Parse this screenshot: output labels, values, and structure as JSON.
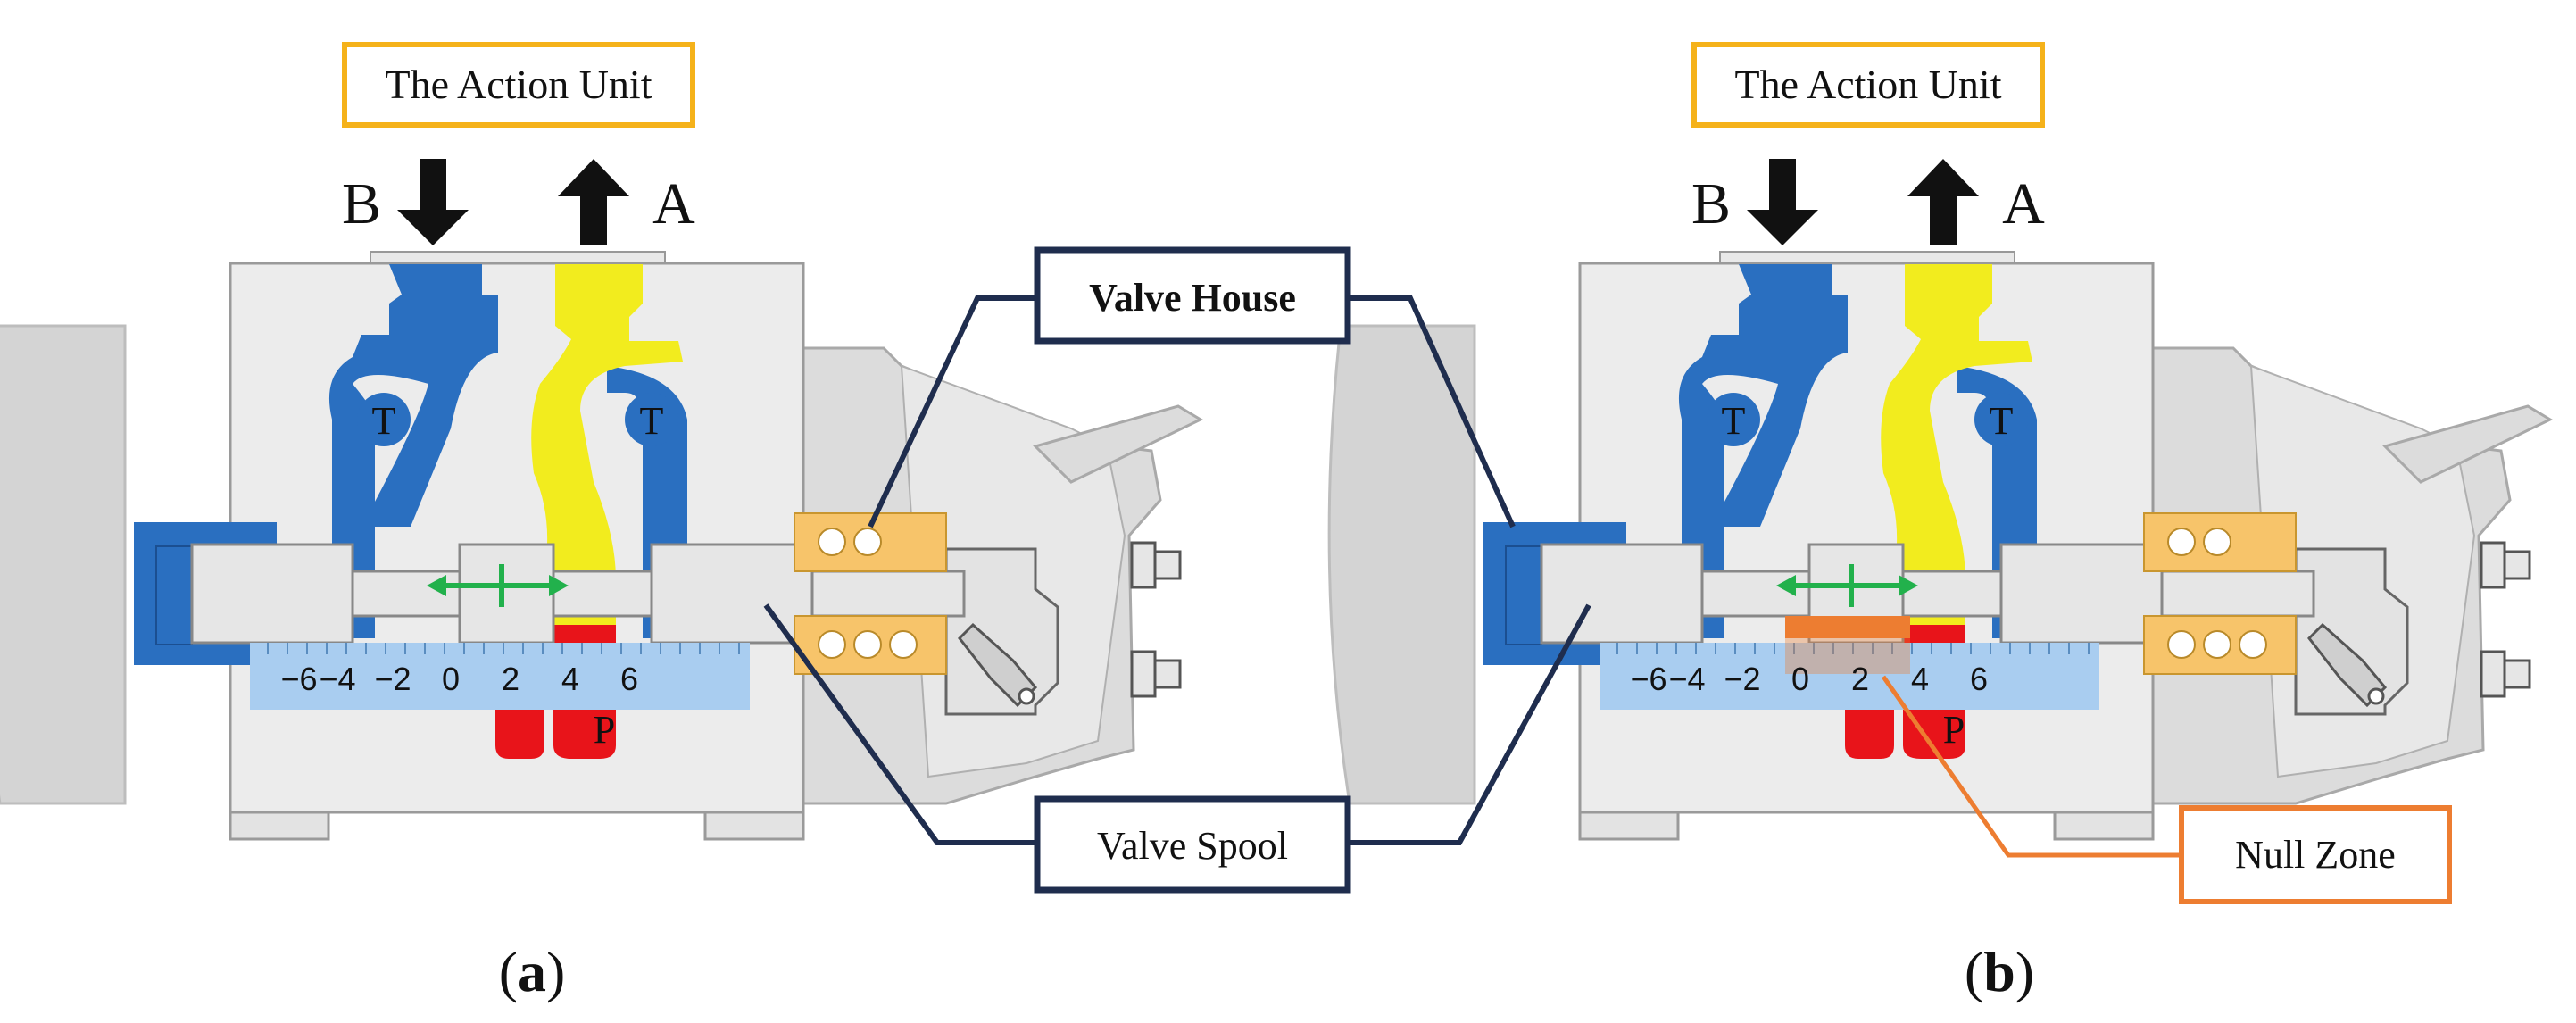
{
  "figure": {
    "title_box_label": "The Action Unit",
    "port_b_label": "B",
    "port_a_label": "A",
    "tank_port_label": "T",
    "pressure_port_label": "P",
    "scale_ticks": [
      "−6",
      "−4",
      "−2",
      "0",
      "2",
      "4",
      "6"
    ],
    "valve_house_label": "Valve House",
    "valve_spool_label": "Valve Spool",
    "null_zone_label": "Null Zone",
    "panel_a_caption_open": "(",
    "panel_a_caption_letter": "a",
    "panel_a_caption_close": ")",
    "panel_b_caption_open": "(",
    "panel_b_caption_letter": "b",
    "panel_b_caption_close": ")"
  },
  "colors": {
    "tank_blue": "#2a6fc0",
    "supply_yellow": "#f2ec1e",
    "pressure_red": "#e8141a",
    "scale_blue": "#a9cdf0",
    "spring_orange": "#f7c46a",
    "callout_navy": "#1f2d4e",
    "title_box_gold": "#f5b21a",
    "null_zone_orange": "#ed7d31",
    "arrow_green": "#22b14c"
  }
}
